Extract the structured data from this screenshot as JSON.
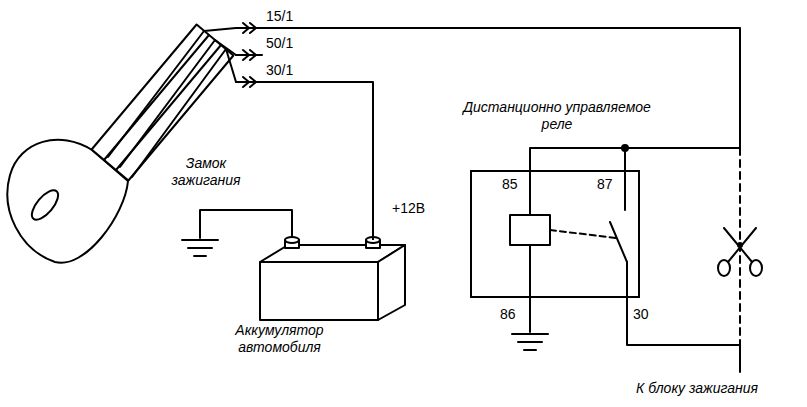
{
  "diagram": {
    "nodes": [
      {
        "text": [
          "Замок зажигания"
        ]
      },
      {
        "text": [
          "Аккумулятор автомобиля"
        ]
      },
      {
        "text": [
          "Дистанционно управляемое реле"
        ]
      }
    ],
    "edges": [
      {
        "from": 0,
        "to": 1,
        "arrow": "none"
      },
      {
        "from": 0,
        "to": 2,
        "arrow": "none"
      }
    ],
    "labels": [
      "15/1",
      "50/1",
      "30/1",
      "+12В",
      "85",
      "87",
      "86",
      "30",
      "К блоку зажигания"
    ]
  }
}
